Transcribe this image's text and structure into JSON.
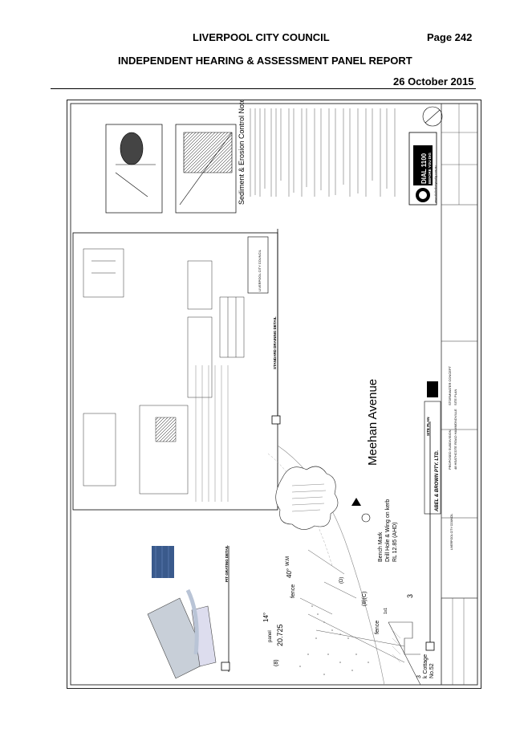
{
  "header": {
    "council": "LIVERPOOL CITY COUNCIL",
    "page": "Page 242",
    "report": "INDEPENDENT HEARING & ASSESSMENT PANEL REPORT",
    "date": "26 October 2015"
  },
  "drawing": {
    "notes_title": "Sediment & Erosion Control Notes",
    "street": "Meehan Avenue",
    "benchmark": [
      "Bench Mark",
      "Drill Hole & Wing on kerb",
      "RL 12.85 (AHD)"
    ],
    "cottage": [
      "3",
      "k Cottage",
      "No.52"
    ],
    "lot_labels": [
      "(8)",
      "(8)(C)",
      "(D)",
      "3",
      "40°",
      "14°",
      "20.725",
      "fence",
      "fence",
      "W.M",
      "panel",
      "1x1"
    ],
    "detail_title_left": "PIT GRATING DETAIL",
    "detail_title_mid": "STANDARD DRAINING DETAIL",
    "site_plan": "SITE PLAN",
    "council_box": "LIVERPOOL CITY COUNCIL",
    "company": "ABEL & BROWN PTY. LTD.",
    "dial_title": "DIAL 1100",
    "dial_sub": "BEFORE YOU DIG",
    "dial_url": "www.dialbeforeyoudig.com.au",
    "title_block": [
      "PROPOSED SUBDIVISION",
      "48 HEATHCOTE ROAD HAMMONDVILLE",
      "STORMWATER CONCEPT",
      "SITE PLAN",
      "LIVERPOOL CITY COUNCIL"
    ]
  }
}
